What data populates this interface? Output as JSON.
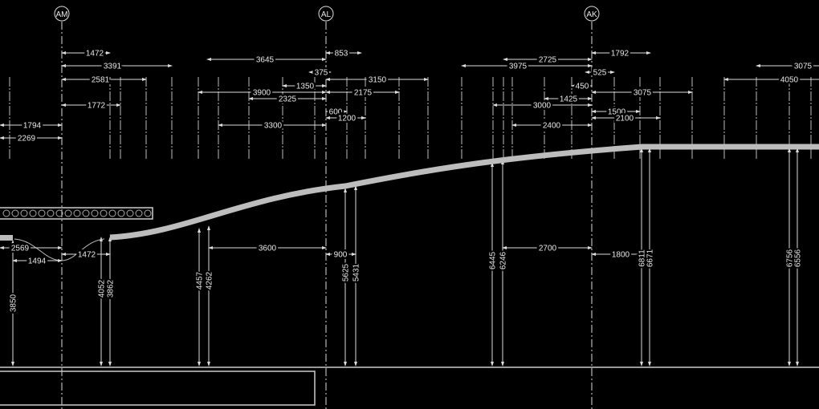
{
  "gridlines": [
    "AM",
    "AL",
    "AK"
  ],
  "top_dimensions": [
    "1472",
    "3391",
    "2581",
    "1772",
    "1794",
    "2269",
    "3645",
    "853",
    "375",
    "3150",
    "1350",
    "3900",
    "2175",
    "2325",
    "600",
    "1200",
    "3300",
    "2725",
    "3975",
    "1792",
    "525",
    "450",
    "3075",
    "1425",
    "3000",
    "1500",
    "2100",
    "2400",
    "3075",
    "4050"
  ],
  "bottom_dimensions": [
    "2569",
    "1494",
    "1472",
    "3600",
    "900",
    "2700",
    "1800"
  ],
  "elevations": [
    "3850",
    "4052",
    "3862",
    "4457",
    "4262",
    "5625",
    "5431",
    "6445",
    "6246",
    "6811",
    "6671",
    "6756",
    "6556"
  ],
  "colors": {
    "background": "#000000",
    "lines": "#dddddd",
    "profile": "#bbbbbb"
  }
}
